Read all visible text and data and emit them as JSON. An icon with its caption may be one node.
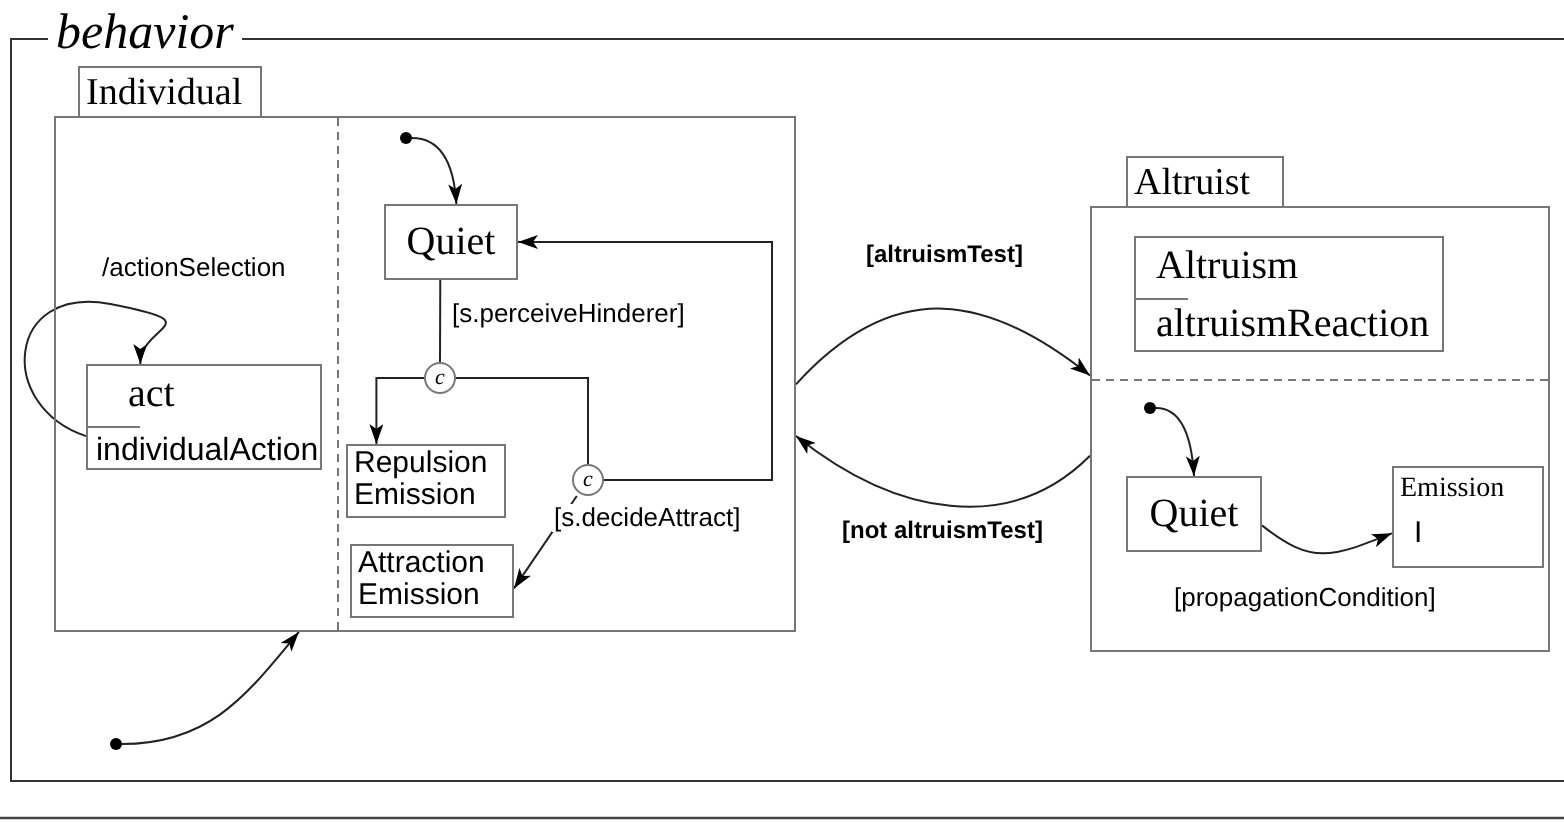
{
  "diagram": {
    "nodes": [
      {
        "text": [
          "behavior"
        ]
      },
      {
        "text": [
          "Individual"
        ],
        "in": 0
      },
      {
        "text": [
          "act",
          "individualAction"
        ],
        "in": 1
      },
      {
        "text": [],
        "shape": "circle",
        "in": 1
      },
      {
        "text": [
          "Quiet"
        ],
        "in": 1
      },
      {
        "text": [
          "c"
        ],
        "in": 1
      },
      {
        "text": [
          "Repulsion Emission"
        ],
        "in": 1
      },
      {
        "text": [
          "c"
        ],
        "in": 1
      },
      {
        "text": [
          "Attraction Emission"
        ],
        "in": 1
      },
      {
        "text": [
          "Altruist"
        ],
        "in": 0
      },
      {
        "text": [
          "Altruism",
          "altruismReaction"
        ],
        "in": 9
      },
      {
        "text": [],
        "shape": "circle",
        "in": 9
      },
      {
        "text": [
          "Quiet"
        ],
        "in": 9
      },
      {
        "text": [
          "Emission",
          "I"
        ],
        "in": 9
      },
      {
        "text": [],
        "shape": "circle",
        "in": 0
      }
    ],
    "edges": [
      {
        "from": 2,
        "to": 2,
        "arrow": "to",
        "label": "/actionSelection"
      },
      {
        "from": 3,
        "to": 4,
        "arrow": "to"
      },
      {
        "from": 4,
        "to": 5,
        "arrow": "none",
        "label": "[s.perceiveHinderer]"
      },
      {
        "from": 5,
        "to": 6,
        "arrow": "to"
      },
      {
        "from": 5,
        "to": 7,
        "arrow": "none"
      },
      {
        "from": 7,
        "to": 4,
        "arrow": "to"
      },
      {
        "from": 7,
        "to": 8,
        "arrow": "to",
        "label": "[s.decideAttract]"
      },
      {
        "from": 14,
        "to": 1,
        "arrow": "to"
      },
      {
        "from": 1,
        "to": 9,
        "arrow": "to",
        "label": "[altruismTest]"
      },
      {
        "from": 9,
        "to": 1,
        "arrow": "to",
        "label": "[not altruismTest]"
      },
      {
        "from": 11,
        "to": 12,
        "arrow": "to"
      },
      {
        "from": 12,
        "to": 13,
        "arrow": "to",
        "label": "[propagationCondition]"
      }
    ]
  }
}
